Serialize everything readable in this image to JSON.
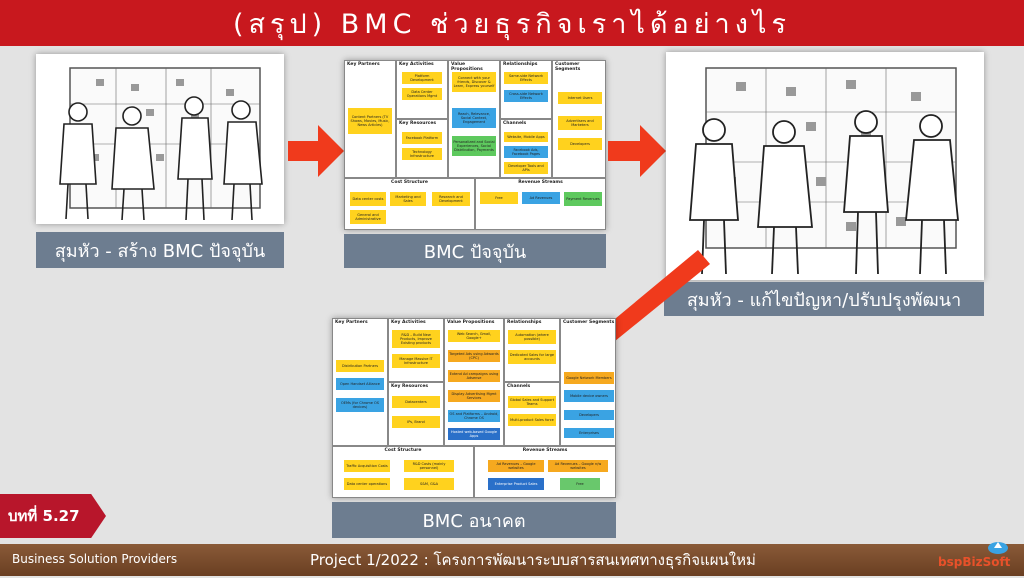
{
  "title": "(สรุป) BMC ช่วยธุรกิจเราได้อย่างไร",
  "captions": {
    "brainstorm_current": "สุมหัว - สร้าง BMC ปัจจุบัน",
    "bmc_current": "BMC ปัจจุบัน",
    "brainstorm_improve": "สุมหัว - แก้ไขปัญหา/ปรับปรุงพัฒนา",
    "bmc_future": "BMC อนาคต"
  },
  "bmc_headers": {
    "key_partners": "Key Partners",
    "key_activities": "Key Activities",
    "value_propositions": "Value Propositions",
    "relationships": "Relationships",
    "customer_segments": "Customer Segments",
    "key_resources": "Key Resources",
    "channels": "Channels",
    "cost_structure": "Cost Structure",
    "revenue_streams": "Revenue Streams"
  },
  "bmc_current": {
    "partners": [
      "Content Partners (TV Shows, Movies, Music, News Articles)"
    ],
    "activities": [
      "Platform Development",
      "Data Center Operations Mgmt"
    ],
    "resources": [
      "Facebook Platform",
      "Technology Infrastructure"
    ],
    "value": [
      "Connect with your friends, Discover & Learn, Express yourself",
      "Reach, Relevance, Social Context, Engagement",
      "Personalized and Social Experiences, Social Distribution, Payments"
    ],
    "relationships": [
      "Same-side Network Effects",
      "Cross-side Network Effects"
    ],
    "channels": [
      "Website, Mobile Apps",
      "Facebook Ads, Facebook Pages",
      "Developer Tools and APIs"
    ],
    "segments": [
      "Internet Users",
      "Advertisers and Marketers",
      "Developers"
    ],
    "costs": [
      "Data center costs",
      "Marketing and Sales",
      "Research and Development",
      "General and Administrative"
    ],
    "revenue": [
      "Free",
      "Ad Revenues",
      "Payment Revenues"
    ]
  },
  "bmc_future": {
    "partners": [
      "Distribution Partners",
      "Open Handset Alliance",
      "OEMs (for Chrome OS devices)"
    ],
    "activities": [
      "R&D – Build New Products, Improve Existing products",
      "Manage Massive IT Infrastructure"
    ],
    "resources": [
      "Datacenters",
      "IPs, Brand"
    ],
    "value": [
      "Web Search, Gmail, Google+",
      "Targeted Ads using Adwords (CPC)",
      "Extend Ad campaigns using Adsense",
      "Display Advertising Mgmt Services",
      "OS and Platforms – Android, Chrome OS",
      "Hosted web-based Google Apps"
    ],
    "relationships": [
      "Automation (where possible)",
      "Dedicated Sales for large accounts"
    ],
    "channels": [
      "Global Sales and Support Teams",
      "Multi-product Sales force"
    ],
    "segments": [
      "Google Network Members",
      "Mobile device owners",
      "Developers",
      "Enterprises"
    ],
    "costs": [
      "Traffic Acquisition Costs",
      "R&D Costs (mainly personnel)",
      "Data center operations",
      "S&M, G&A"
    ],
    "revenue": [
      "Ad Revenues – Google websites",
      "Ad Revenues – Google n/w websites",
      "Enterprise Product Sales",
      "Free"
    ]
  },
  "chapter": "บทที่ 5.27",
  "footer": {
    "left": "Business Solution Providers",
    "center": "Project 1/2022 : โครงการพัฒนาระบบสารสนเทศทางธุรกิจแผนใหม่",
    "logo_text": "bspBizSoft"
  },
  "colors": {
    "title_red": "#c8181e",
    "caption_blue_gray": "#6d7d90",
    "arrow_red": "#f03a1c",
    "chapter_red": "#b8162b"
  }
}
